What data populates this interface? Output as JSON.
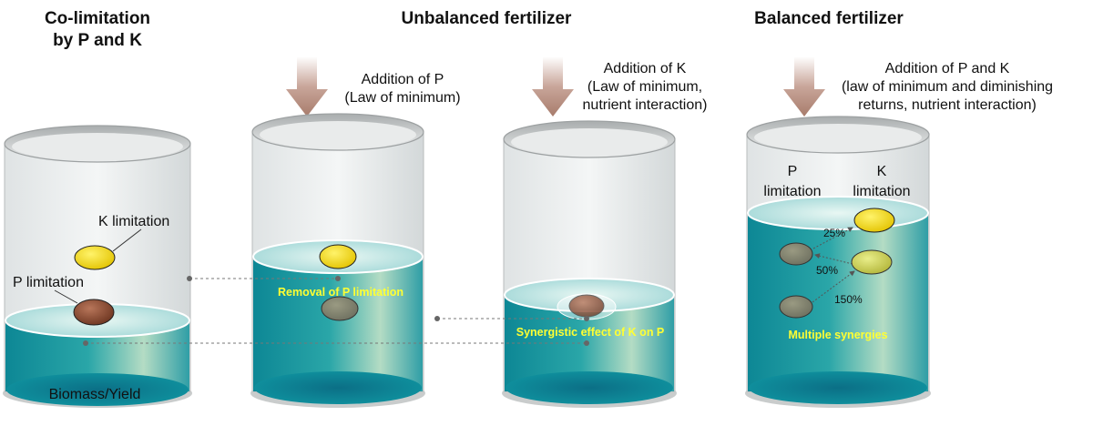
{
  "headers": {
    "colim_line1": "Co-limitation",
    "colim_line2": "by P and K",
    "unbalanced": "Unbalanced fertilizer",
    "balanced": "Balanced fertilizer"
  },
  "additions": {
    "p": [
      "Addition of P",
      "(Law of minimum)"
    ],
    "k": [
      "Addition of K",
      "(Law of minimum,",
      "nutrient interaction)"
    ],
    "pk": [
      "Addition of P and K",
      "(law of minimum and diminishing",
      "returns, nutrient interaction)"
    ]
  },
  "labels": {
    "k_limitation": "K limitation",
    "p_limitation": "P limitation",
    "biomass": "Biomass/Yield",
    "removal": "Removal of P limitation",
    "synergistic": "Synergistic effect of K on P",
    "p_lim_1": "P",
    "p_lim_2": "limitation",
    "k_lim_1": "K",
    "k_lim_2": "limitation",
    "pct_25": "25%",
    "pct_50": "50%",
    "pct_150": "150%",
    "multiple": "Multiple synergies"
  },
  "colors": {
    "water_dark": "#0f8f9a",
    "water_light": "#a9d8c2",
    "k_ball": "#f4d800",
    "p_ball": "#8a4a2e",
    "arrow": "#b58c80",
    "highlight_text": "#ffff33"
  }
}
